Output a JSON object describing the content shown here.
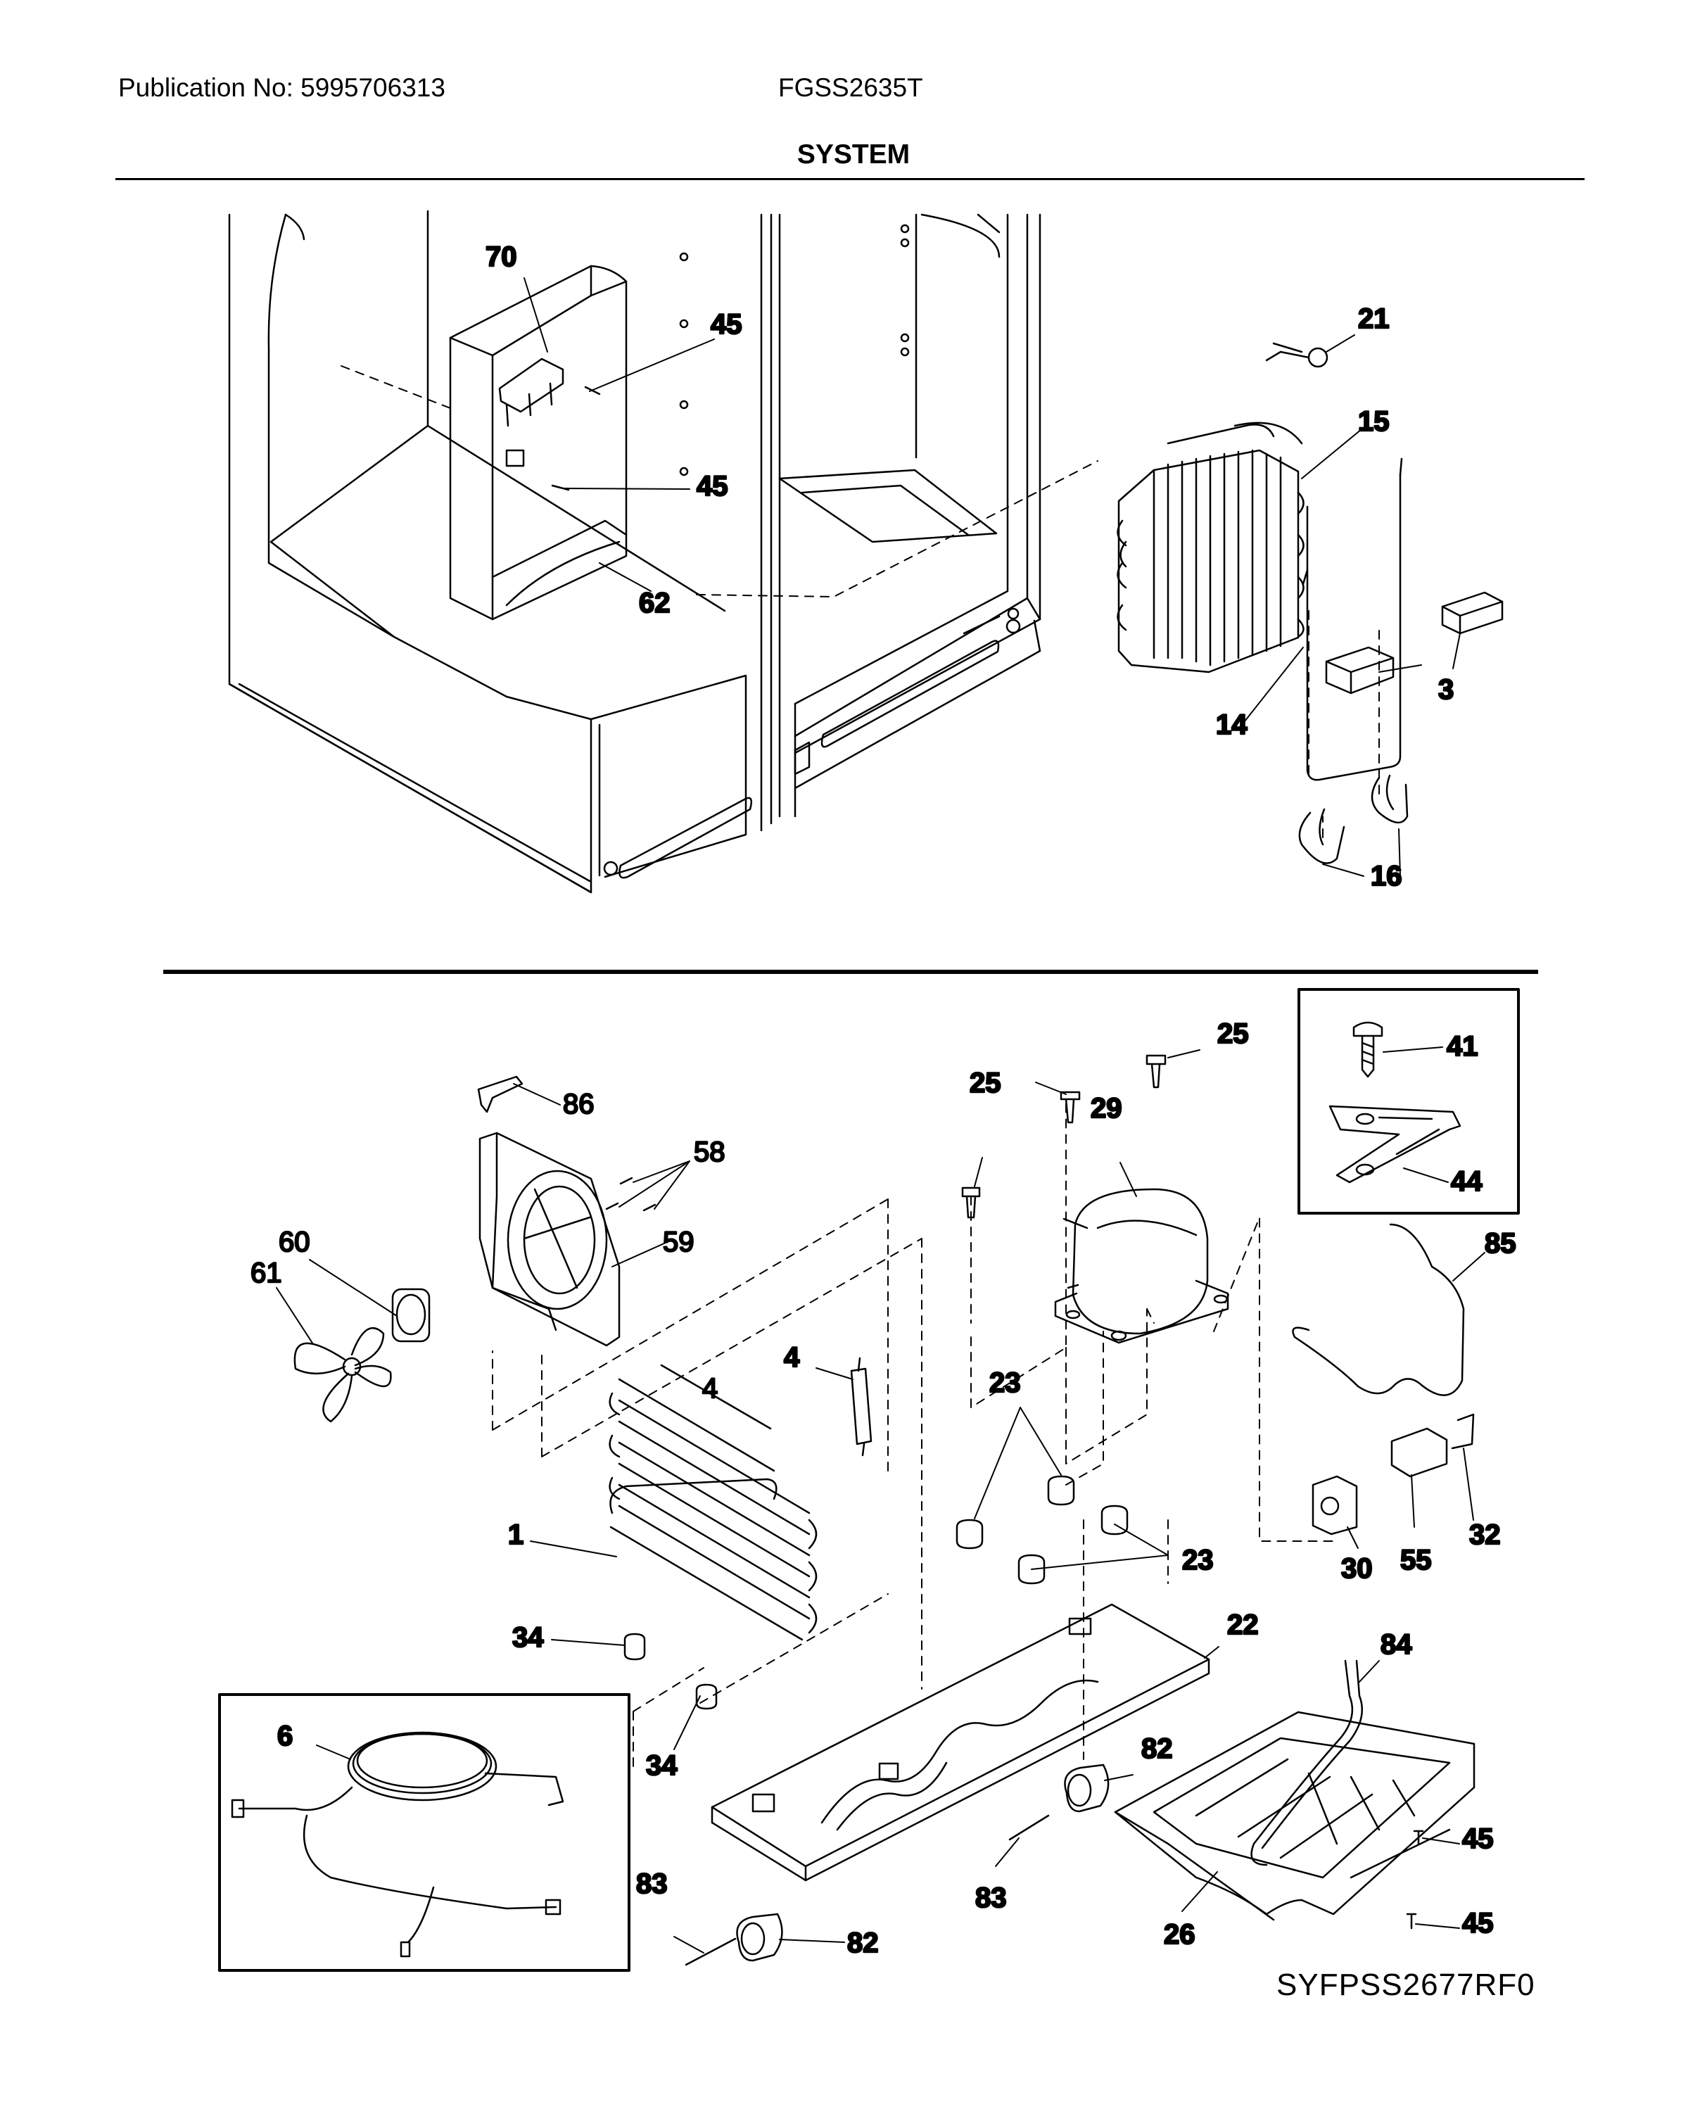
{
  "header": {
    "publication": "Publication No: 5995706313",
    "model": "FGSS2635T",
    "section": "SYSTEM"
  },
  "footer": {
    "drawing_code": "SYFPSS2677RF0"
  },
  "upper_callouts": {
    "c70": "70",
    "c45a": "45",
    "c45b": "45",
    "c62": "62",
    "c21": "21",
    "c15": "15",
    "c3": "3",
    "c14": "14",
    "c16": "16"
  },
  "lower_callouts": {
    "c86": "86",
    "c58": "58",
    "c60": "60",
    "c61": "61",
    "c59": "59",
    "c4a": "4",
    "c4b": "4",
    "c25a": "25",
    "c25b": "25",
    "c29": "29",
    "c41": "41",
    "c44": "44",
    "c85": "85",
    "c23a": "23",
    "c23b": "23",
    "c1": "1",
    "c34a": "34",
    "c34b": "34",
    "c22": "22",
    "c30": "30",
    "c55": "55",
    "c32": "32",
    "c84": "84",
    "c6": "6",
    "c82a": "82",
    "c82b": "82",
    "c83a": "83",
    "c83b": "83",
    "c45c": "45",
    "c45d": "45",
    "c26": "26"
  }
}
